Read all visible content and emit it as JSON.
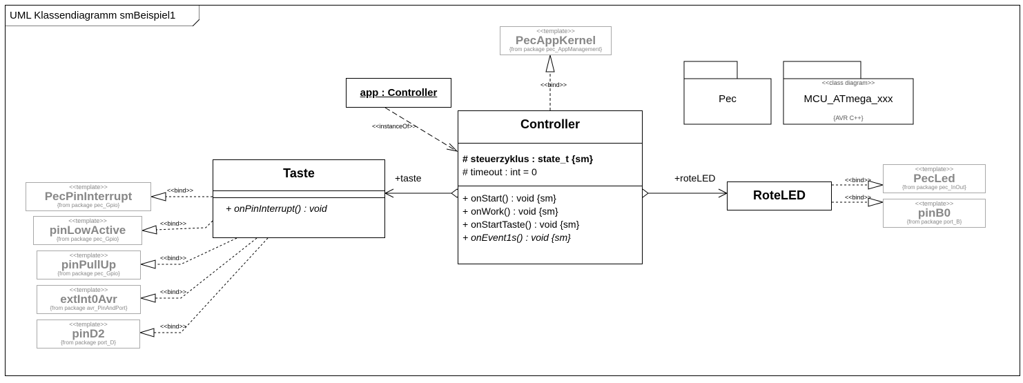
{
  "frame": {
    "title": "UML Klassendiagramm smBeispiel1"
  },
  "classes": {
    "controller": {
      "name": "Controller",
      "attributes": [
        "# steuerzyklus : state_t {sm}",
        "# timeout : int = 0"
      ],
      "operations": [
        "+ onStart() : void {sm}",
        "+ onWork() : void {sm}",
        "+ onStartTaste() : void {sm}",
        "+ onEvent1s() : void {sm}"
      ]
    },
    "taste": {
      "name": "Taste",
      "operations": [
        "+ onPinInterrupt() : void"
      ]
    },
    "rote_led": {
      "name": "RoteLED"
    },
    "app_instance": {
      "name": "app : Controller"
    }
  },
  "templates": {
    "pec_app_kernel": {
      "stereotype": "<<template>>",
      "name": "PecAppKernel",
      "package": "{from package pec_AppManagement}"
    },
    "pec_pin_interrupt": {
      "stereotype": "<<template>>",
      "name": "PecPinInterrupt",
      "package": "{from package pec_Gpio}"
    },
    "pin_low_active": {
      "stereotype": "<<template>>",
      "name": "pinLowActive",
      "package": "{from package pec_Gpio}"
    },
    "pin_pull_up": {
      "stereotype": "<<template>>",
      "name": "pinPullUp",
      "package": "{from package pec_Gpio}"
    },
    "ext_int0_avr": {
      "stereotype": "<<template>>",
      "name": "extInt0Avr",
      "package": "{from package avr_PinAndPort}"
    },
    "pin_d2": {
      "stereotype": "<<template>>",
      "name": "pinD2",
      "package": "{from package port_D}"
    },
    "pec_led": {
      "stereotype": "<<template>>",
      "name": "PecLed",
      "package": "{from package pec_InOut}"
    },
    "pin_b0": {
      "stereotype": "<<template>>",
      "name": "pinB0",
      "package": "{from package port_B}"
    }
  },
  "packages": {
    "pec": {
      "name": "Pec"
    },
    "mcu": {
      "stereotype": "<<class diagram>>",
      "name": "MCU_ATmega_xxx",
      "note": "{AVR C++}"
    }
  },
  "labels": {
    "bind": "<<bind>>",
    "instance_of": "<<instanceOf>>",
    "role_taste": "+taste",
    "role_rote_led": "+roteLED"
  }
}
